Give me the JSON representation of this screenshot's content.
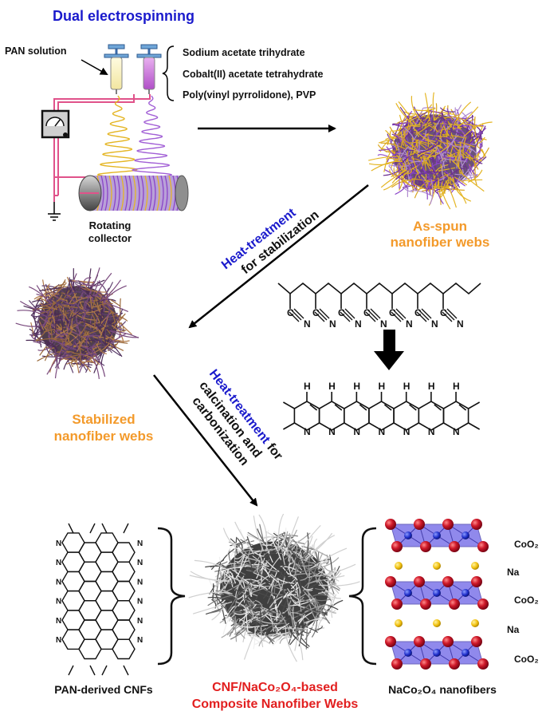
{
  "title": "Dual electrospinning",
  "pan_solution": "PAN solution",
  "precursors": [
    "Sodium acetate trihydrate",
    "Cobalt(II) acetate tetrahydrate",
    "Poly(vinyl pyrrolidone), PVP"
  ],
  "collector_label": [
    "Rotating",
    "collector"
  ],
  "as_spun_label": [
    "As-spun",
    "nanofiber webs"
  ],
  "stabilized_label": [
    "Stabilized",
    "nanofiber webs"
  ],
  "step1": {
    "highlight": "Heat-treatment",
    "rest": "for stabilization"
  },
  "step2": {
    "highlight": "Heat-treatment",
    "rest_line1": " for",
    "line2": "calcination and",
    "line3": "carbonization"
  },
  "cnf_label": "PAN-derived CNFs",
  "composite_label": [
    "CNF/NaCo₂O₄-based",
    "Composite Nanofiber Webs"
  ],
  "naco_label": "NaCo₂O₄ nanofibers",
  "layers": [
    "CoO₂",
    "Na",
    "CoO₂",
    "Na",
    "CoO₂"
  ],
  "atom_labels": {
    "N": "N",
    "H": "H",
    "C": "C"
  },
  "colors": {
    "title_blue": "#1a1acc",
    "orange": "#f39a2b",
    "red": "#e21f1f",
    "octahedron": "#6b62e6",
    "oxygen": "#c8102e",
    "sodium": "#f5c518",
    "cobalt": "#1f2ec9"
  }
}
